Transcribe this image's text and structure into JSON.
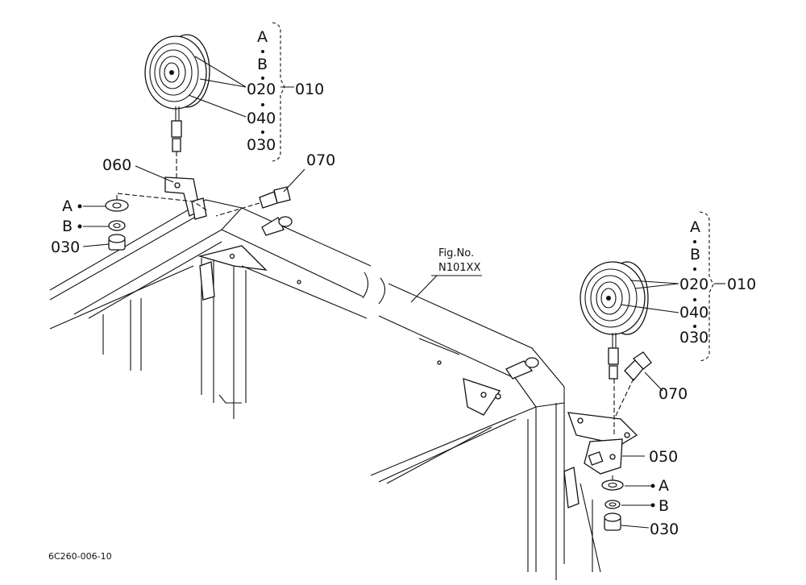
{
  "labels": {
    "left_lamp": {
      "a": "A",
      "b": "B",
      "p020": "020",
      "p010": "010",
      "p040": "040",
      "p030": "030"
    },
    "left_mount": {
      "p060": "060",
      "p070": "070",
      "a": "A",
      "b": "B",
      "p030": "030"
    },
    "fig_ref": {
      "line1": "Fig.No.",
      "line2": "N101XX"
    },
    "right_lamp": {
      "a": "A",
      "b": "B",
      "p020": "020",
      "p010": "010",
      "p040": "040",
      "p030": "030"
    },
    "right_mount": {
      "p070": "070",
      "p050": "050",
      "a": "A",
      "b": "B",
      "p030": "030"
    },
    "drawing_code": "6C260-006-10"
  }
}
